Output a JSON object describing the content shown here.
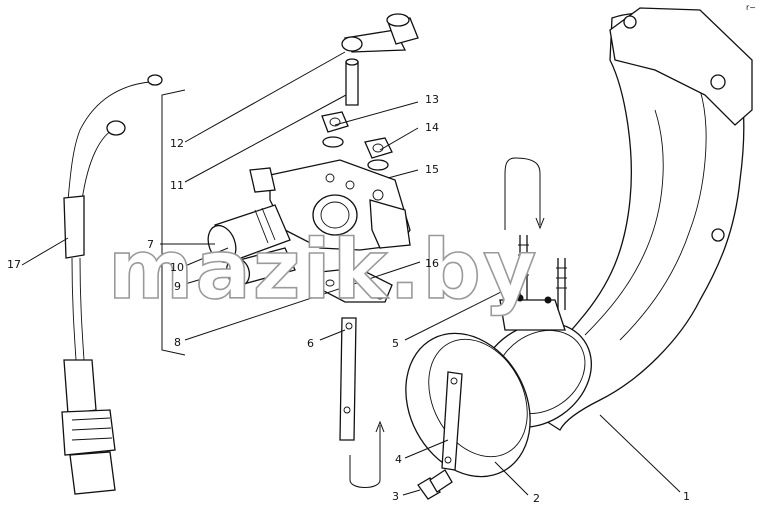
{
  "diagram": {
    "callouts": [
      "1",
      "2",
      "3",
      "4",
      "5",
      "6",
      "7",
      "8",
      "9",
      "10",
      "11",
      "12",
      "13",
      "14",
      "15",
      "16",
      "17"
    ],
    "watermark": "mazik.by",
    "corner_mark": "r~"
  },
  "colors": {
    "line": "#111111",
    "watermark_stroke": "#9a9a9a",
    "background": "#ffffff"
  }
}
